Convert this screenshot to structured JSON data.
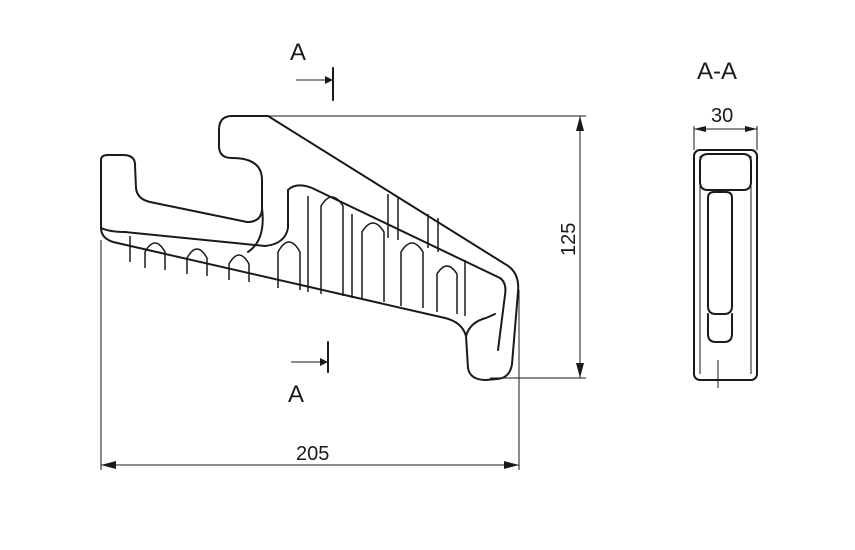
{
  "section_marks": {
    "top": "A",
    "bottom": "A"
  },
  "section_view": {
    "title": "A-A",
    "width_dim": "30"
  },
  "dimensions": {
    "overall_length": "205",
    "overall_height": "125"
  }
}
